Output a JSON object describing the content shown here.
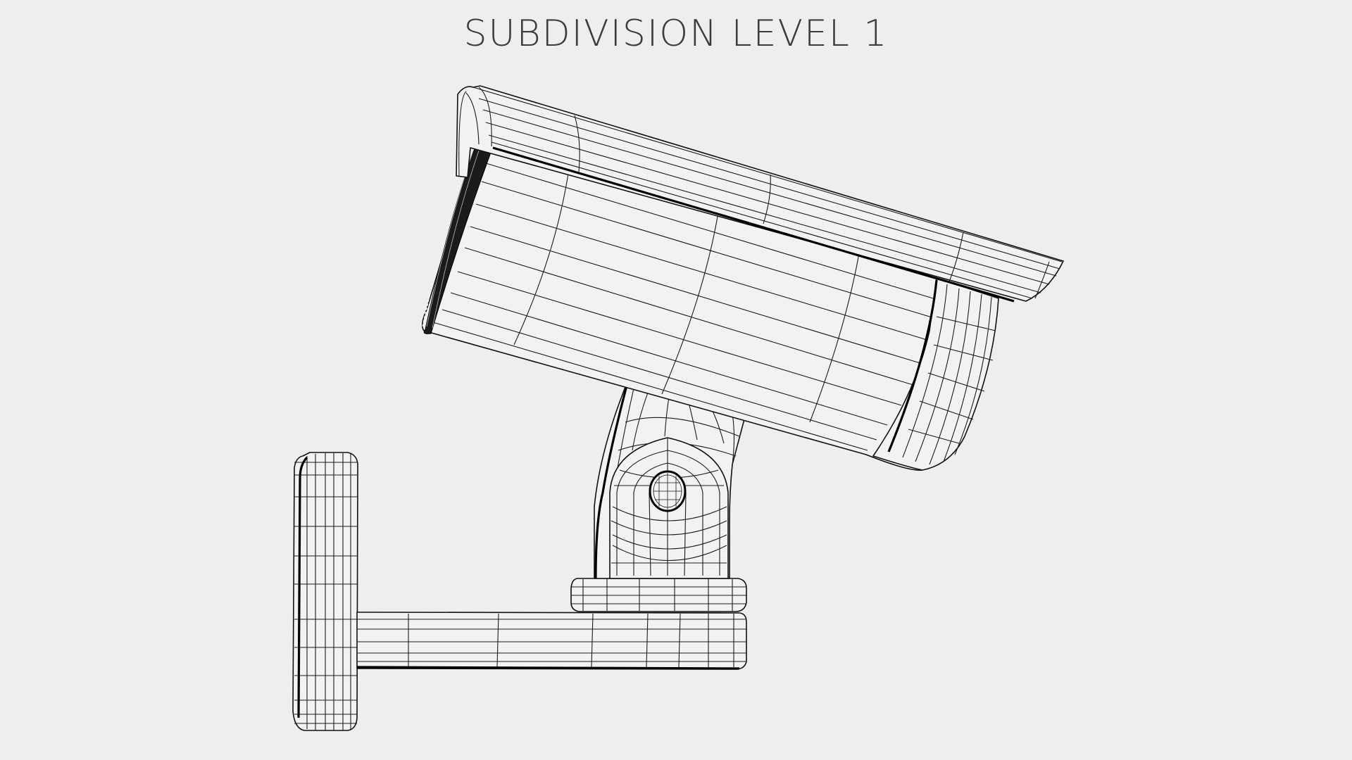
{
  "title": "SUBDIVISION LEVEL 1",
  "render": {
    "subject": "security-camera-wireframe",
    "style": "white clay with black wireframe",
    "background_color": "#eeeeee",
    "wire_color": "#111111",
    "parts": [
      "hood",
      "housing",
      "front-lens",
      "back-cap",
      "neck",
      "pivot-knuckle",
      "pivot-bolt",
      "swivel-ring",
      "arm",
      "wall-plate"
    ]
  }
}
